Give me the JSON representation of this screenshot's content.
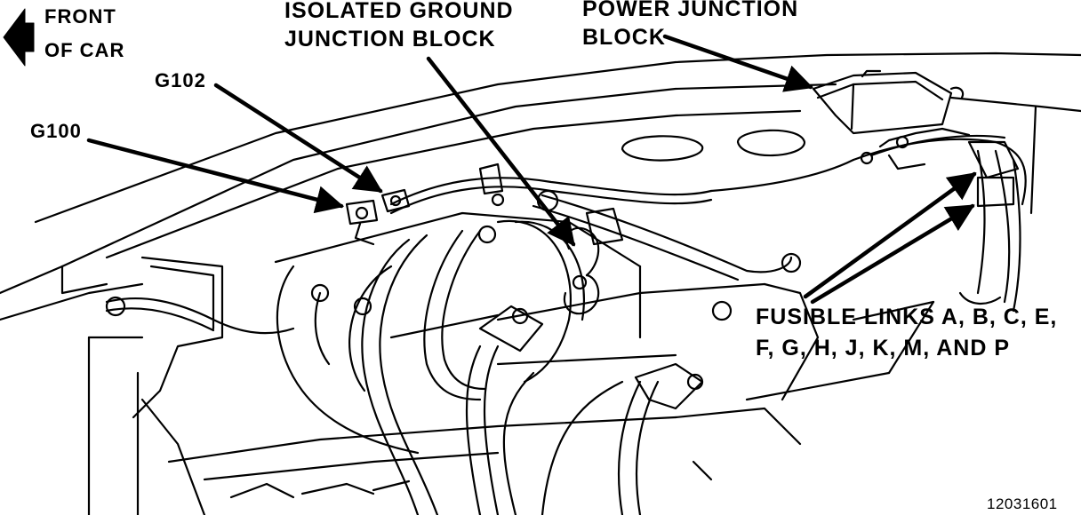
{
  "labels": {
    "front_line1": "FRONT",
    "front_line2": "OF CAR",
    "isolated_line1": "ISOLATED GROUND",
    "isolated_line2": "JUNCTION BLOCK",
    "power_line1": "POWER JUNCTION",
    "power_line2": "BLOCK",
    "g102": "G102",
    "g100": "G100",
    "fusible_line1": "FUSIBLE LINKS A, B, C, E,",
    "fusible_line2": "F, G, H, J, K, M, AND P",
    "figure_number": "12031601"
  },
  "colors": {
    "ink": "#000000",
    "paper": "#ffffff"
  }
}
